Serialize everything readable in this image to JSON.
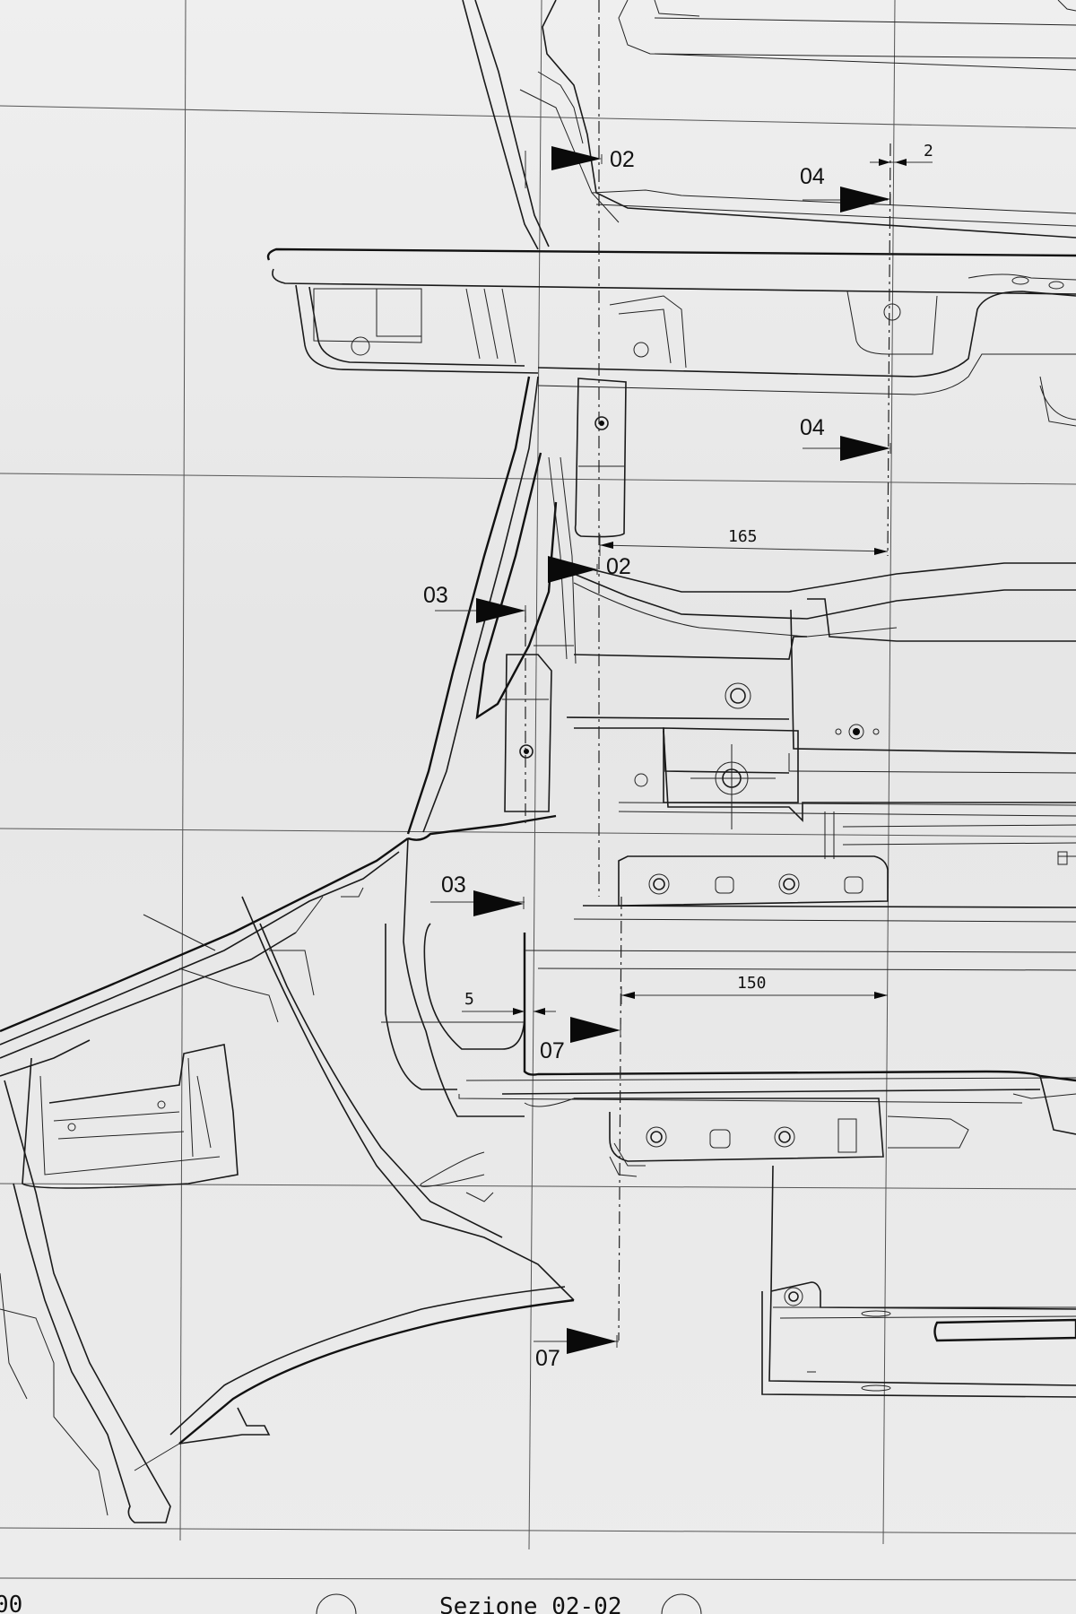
{
  "drawing": {
    "footer_title": "Sezione 02-02",
    "corner_fragment": "00"
  },
  "section_markers": [
    {
      "label": "02"
    },
    {
      "label": "04"
    },
    {
      "label": "04"
    },
    {
      "label": "02"
    },
    {
      "label": "03"
    },
    {
      "label": "03"
    },
    {
      "label": "07"
    },
    {
      "label": "07"
    }
  ],
  "dimensions": [
    {
      "value": "2"
    },
    {
      "value": "165"
    },
    {
      "value": "5"
    },
    {
      "value": "150"
    }
  ]
}
